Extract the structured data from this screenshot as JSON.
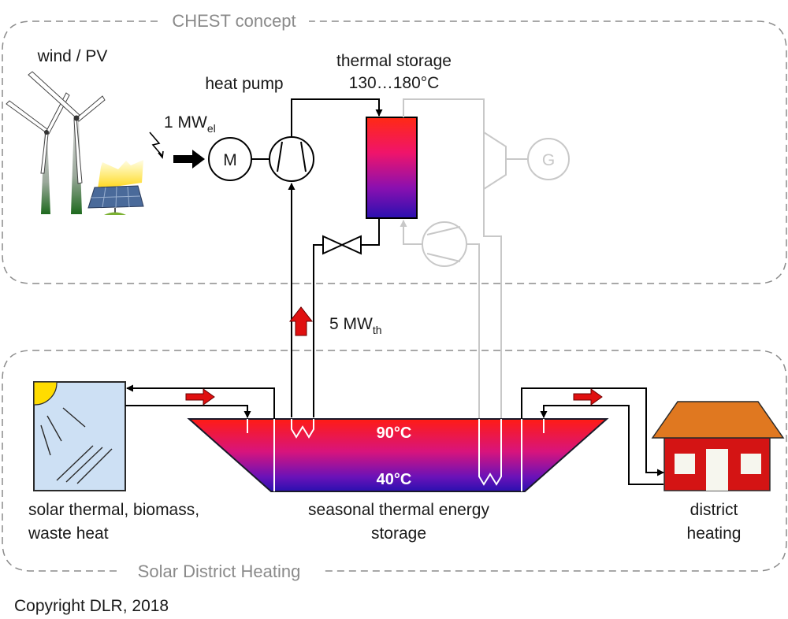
{
  "groups": {
    "chest": "CHEST concept",
    "sdh": "Solar District Heating"
  },
  "labels": {
    "wind_pv": "wind / PV",
    "heat_pump": "heat pump",
    "thermal_storage_line1": "thermal storage",
    "thermal_storage_line2": "130…180°C",
    "elec_power_main": "1 MW",
    "elec_power_sub": "el",
    "thermal_power_main": "5 MW",
    "thermal_power_sub": "th",
    "motor": "M",
    "generator": "G",
    "temp_top": "90°C",
    "temp_bottom": "40°C",
    "source_line1": "solar thermal, biomass,",
    "source_line2": "waste heat",
    "storage_line1": "seasonal thermal energy",
    "storage_line2": "storage",
    "district_line1": "district",
    "district_line2": "heating",
    "copyright": "Copyright DLR, 2018"
  },
  "colors": {
    "hot": "#ff2a1a",
    "cold": "#2a10b0",
    "arrow_red": "#e01010",
    "inactive": "#c8c8c8",
    "frame": "#8c8c8c",
    "roof": "#e07820",
    "house": "#d41414",
    "solar_panel": "#cde0f4",
    "sun": "#ffdc00"
  }
}
